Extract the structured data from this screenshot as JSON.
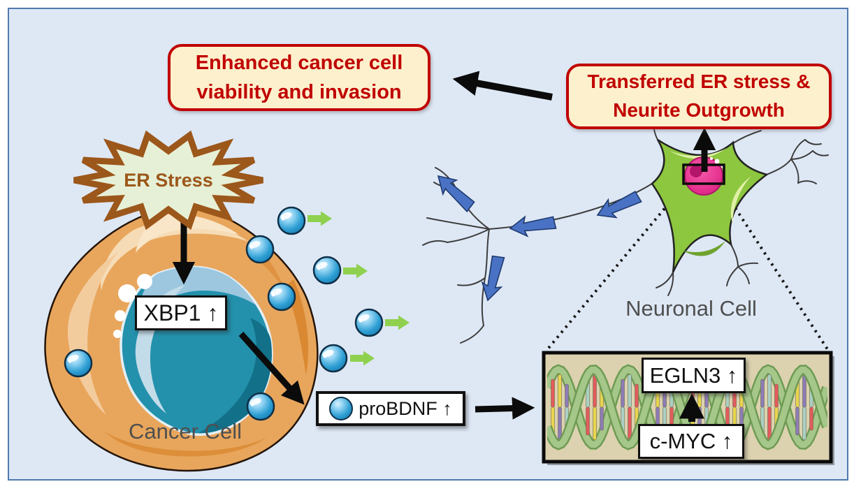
{
  "diagram": {
    "callouts": {
      "enhanced": "Enhanced cancer cell viability and invasion",
      "transferred": "Transferred ER stress & Neurite Outgrowth"
    },
    "labels": {
      "er_stress": "ER Stress",
      "xbp1": "XBP1 ↑",
      "probdnf": "proBDNF ↑",
      "egln3": "EGLN3 ↑",
      "cmyc": "c-MYC ↑"
    },
    "cell_labels": {
      "cancer": "Cancer Cell",
      "neuronal": "Neuronal Cell"
    },
    "colors": {
      "background": "#dee8f5",
      "frame_border": "#4e79b0",
      "callout_bg": "#fdf0cc",
      "callout_text": "#c00000",
      "starburst_fill": "#e6f0d6",
      "starburst_border": "#9c571b",
      "cancer_cell_body": "#e8a65c",
      "cancer_nucleus": "#2391ac",
      "neuron_body": "#8dc63f",
      "neuron_nucleus": "#e5308e",
      "vesicle_blue": "#2e9fd4",
      "secretion_arrow_green": "#8fd14f",
      "transport_arrow_blue": "#4a72c4",
      "dna_box_bg": "#dcd2af",
      "dna_ribbon": "#a6c78a",
      "dna_rungs": [
        "#e25c5c",
        "#e9d54f",
        "#8d7cb5",
        "#abd0c4"
      ]
    }
  }
}
